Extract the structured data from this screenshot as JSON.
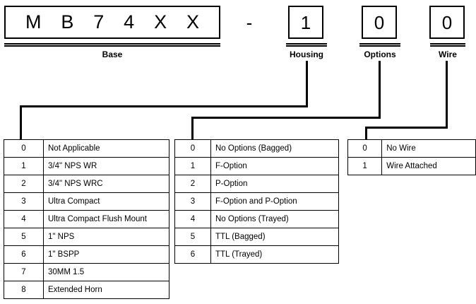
{
  "part_number": {
    "base": {
      "caption": "Base",
      "characters": [
        "M",
        "B",
        "7",
        "4",
        "X",
        "X"
      ]
    },
    "separator": "-",
    "fields": [
      {
        "caption": "Housing",
        "value": "1"
      },
      {
        "caption": "Options",
        "value": "0"
      },
      {
        "caption": "Wire",
        "value": "0"
      }
    ]
  },
  "tables": {
    "housing": {
      "rows": [
        {
          "code": "0",
          "desc": "Not Applicable"
        },
        {
          "code": "1",
          "desc": "3/4\" NPS WR"
        },
        {
          "code": "2",
          "desc": "3/4\" NPS WRC"
        },
        {
          "code": "3",
          "desc": "Ultra Compact"
        },
        {
          "code": "4",
          "desc": "Ultra Compact Flush Mount"
        },
        {
          "code": "5",
          "desc": "1\" NPS"
        },
        {
          "code": "6",
          "desc": "1\" BSPP"
        },
        {
          "code": "7",
          "desc": "30MM 1.5"
        },
        {
          "code": "8",
          "desc": "Extended Horn"
        }
      ]
    },
    "options": {
      "rows": [
        {
          "code": "0",
          "desc": "No Options (Bagged)"
        },
        {
          "code": "1",
          "desc": "F-Option"
        },
        {
          "code": "2",
          "desc": "P-Option"
        },
        {
          "code": "3",
          "desc": "F-Option and P-Option"
        },
        {
          "code": "4",
          "desc": "No Options (Trayed)"
        },
        {
          "code": "5",
          "desc": "TTL (Bagged)"
        },
        {
          "code": "6",
          "desc": "TTL (Trayed)"
        }
      ]
    },
    "wire": {
      "rows": [
        {
          "code": "0",
          "desc": "No Wire"
        },
        {
          "code": "1",
          "desc": "Wire Attached"
        }
      ]
    }
  },
  "colors": {
    "line": "#000000",
    "background": "#ffffff",
    "text": "#000000"
  }
}
